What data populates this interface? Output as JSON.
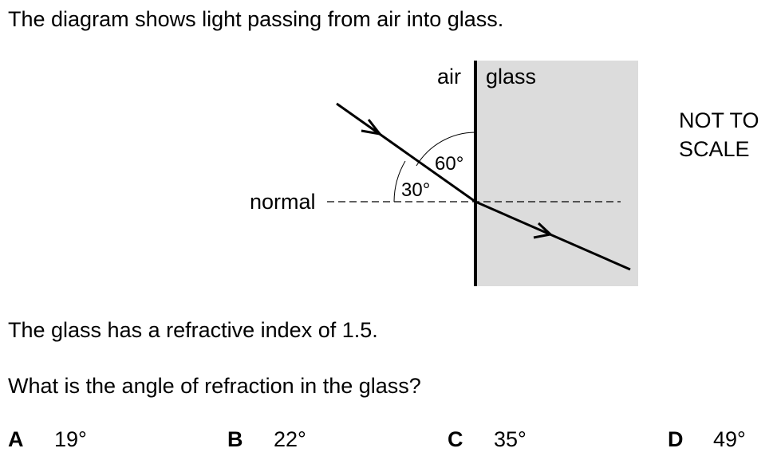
{
  "question": {
    "intro": "The diagram shows light passing from air into glass.",
    "statement": "The glass has a refractive index of 1.5.",
    "prompt": "What is the angle of refraction in the glass?"
  },
  "diagram": {
    "medium_left": "air",
    "medium_right": "glass",
    "normal_label": "normal",
    "angle_to_normal": "30°",
    "angle_to_surface": "60°",
    "scale_note_line1": "NOT TO",
    "scale_note_line2": "SCALE",
    "glass_fill": "#dcdcdc"
  },
  "options": [
    {
      "letter": "A",
      "value": "19°"
    },
    {
      "letter": "B",
      "value": "22°"
    },
    {
      "letter": "C",
      "value": "35°"
    },
    {
      "letter": "D",
      "value": "49°"
    }
  ]
}
